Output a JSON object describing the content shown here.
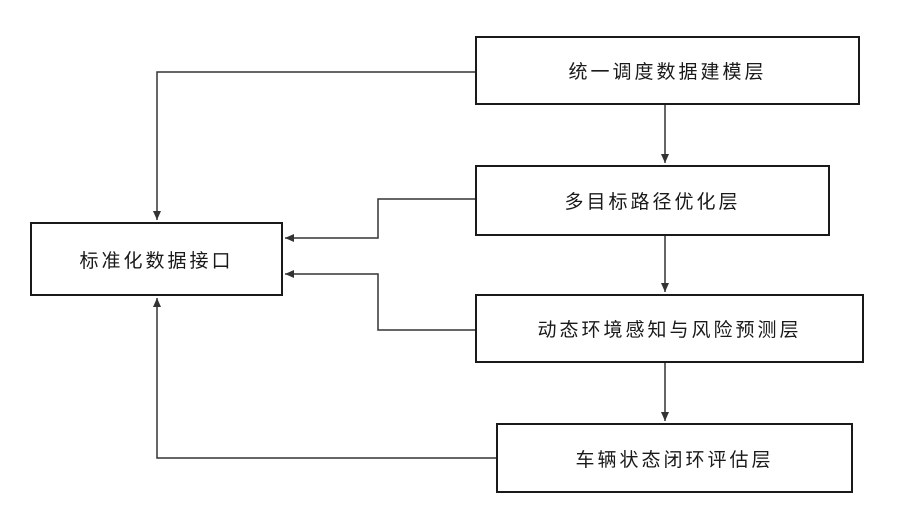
{
  "diagram": {
    "boxes": {
      "unified_scheduling": "统一调度数据建模层",
      "multi_objective_path": "多目标路径优化层",
      "dynamic_environment": "动态环境感知与风险预测层",
      "vehicle_state_eval": "车辆状态闭环评估层",
      "standard_interface": "标准化数据接口"
    },
    "colors": {
      "line": "#333333",
      "border": "#1a1a1a",
      "background": "#ffffff"
    }
  }
}
